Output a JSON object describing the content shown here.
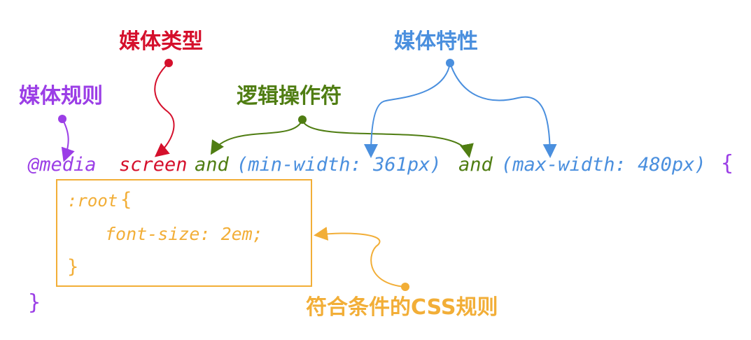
{
  "labels": {
    "media_type": "媒体类型",
    "media_feature": "媒体特性",
    "media_rule": "媒体规则",
    "logical_op": "逻辑操作符",
    "matching_css_rule": "符合条件的CSS规则"
  },
  "code": {
    "at_media": "@media",
    "screen": "screen",
    "and1": "and",
    "feature1": "(min-width: 361px)",
    "and2": "and",
    "feature2": "(max-width: 480px)",
    "open_brace": "{",
    "root_selector": ":root",
    "root_open": "{",
    "declaration": "font-size: 2em;",
    "root_close": "}",
    "close_brace": "}"
  },
  "colors": {
    "media_rule": "#9b3ee6",
    "media_type": "#d5102c",
    "logical_op": "#4f7d12",
    "media_feature": "#4a8fde",
    "css_rule": "#f2ae37"
  }
}
